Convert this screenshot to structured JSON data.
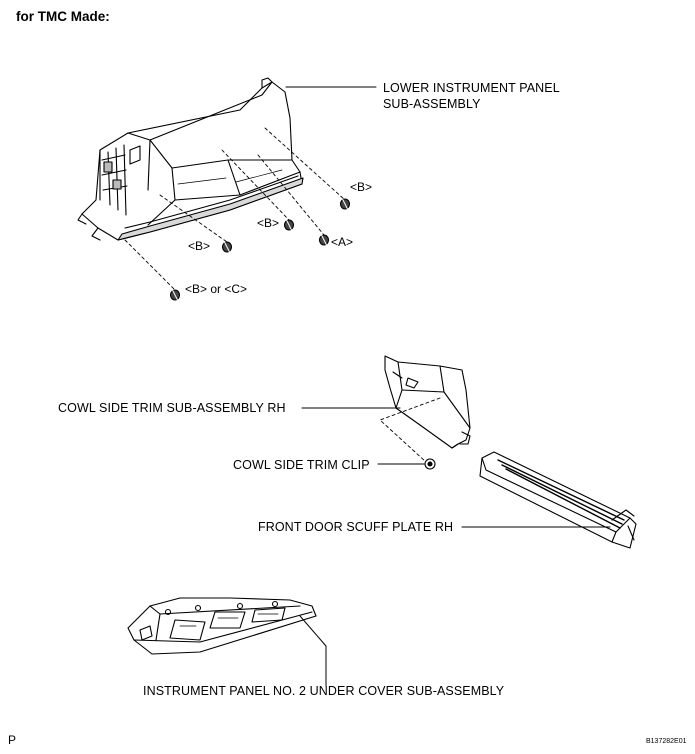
{
  "header": {
    "title": "for TMC Made:"
  },
  "labels": {
    "lower_panel_line1": "LOWER INSTRUMENT PANEL",
    "lower_panel_line2": "SUB-ASSEMBLY",
    "screw_b_1": "<B>",
    "screw_b_2": "<B>",
    "screw_b_3": "<B>",
    "screw_a": "<A>",
    "screw_b_or_c": "<B> or <C>",
    "cowl_trim": "COWL SIDE TRIM SUB-ASSEMBLY RH",
    "cowl_clip": "COWL SIDE TRIM CLIP",
    "scuff_plate": "FRONT DOOR SCUFF PLATE RH",
    "under_cover": "INSTRUMENT PANEL NO. 2 UNDER COVER SUB-ASSEMBLY"
  },
  "footer": {
    "page_marker": "P",
    "figure_code": "B137282E01"
  }
}
